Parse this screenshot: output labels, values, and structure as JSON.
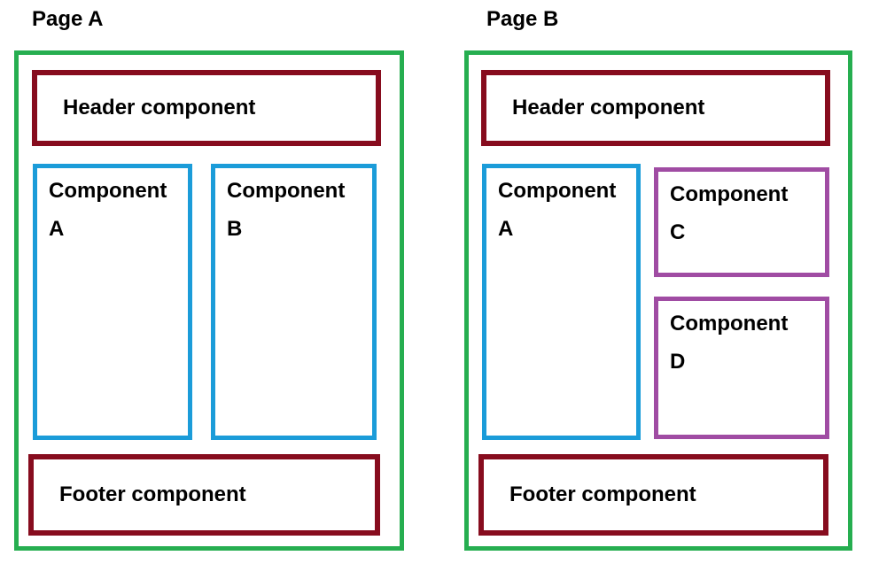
{
  "colors": {
    "page_border": "#26AE50",
    "header_footer_border": "#870C1E",
    "component_primary_border": "#1B9CD9",
    "component_secondary_border": "#A04CA3",
    "text": "#000000",
    "background": "#FFFFFF"
  },
  "pages": [
    {
      "label": "Page A",
      "header_label": "Header component",
      "footer_label": "Footer component",
      "components": [
        {
          "label": "Component A",
          "style": "primary"
        },
        {
          "label": "Component B",
          "style": "primary"
        }
      ]
    },
    {
      "label": "Page B",
      "header_label": "Header component",
      "footer_label": "Footer component",
      "components": [
        {
          "label": "Component A",
          "style": "primary"
        },
        {
          "label": "Component C",
          "style": "secondary"
        },
        {
          "label": "Component D",
          "style": "secondary"
        }
      ]
    }
  ]
}
